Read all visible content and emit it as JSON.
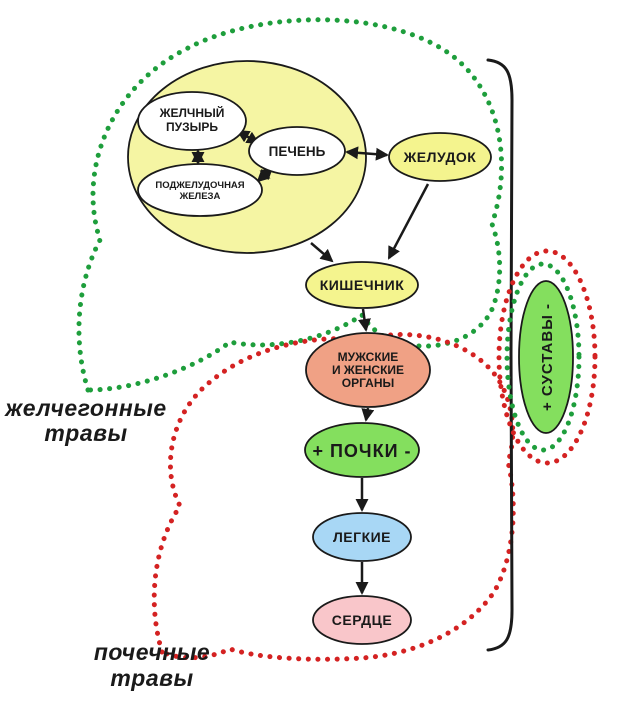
{
  "diagram": {
    "nodes": {
      "gallbladder": {
        "line1": "ЖЕЛЧНЫЙ",
        "line2": "ПУЗЫРЬ"
      },
      "liver": {
        "label": "ПЕЧЕНЬ"
      },
      "pancreas": {
        "line1": "ПОДЖЕЛУДОЧНАЯ",
        "line2": "ЖЕЛЕЗА"
      },
      "stomach": {
        "label": "ЖЕЛУДОК"
      },
      "intestine": {
        "label": "КИШЕЧНИК"
      },
      "reproductive": {
        "line1": "МУЖСКИЕ",
        "line2": "И ЖЕНСКИЕ",
        "line3": "ОРГАНЫ"
      },
      "kidneys": {
        "label": "+ ПОЧКИ -"
      },
      "lungs": {
        "label": "ЛЕГКИЕ"
      },
      "heart": {
        "label": "СЕРДЦЕ"
      },
      "joints": {
        "label": "+ СУСТАВЫ -"
      }
    },
    "labels": {
      "choleretic": {
        "line1": "желчегонные",
        "line2": "травы"
      },
      "renal": {
        "line1": "почечные",
        "line2": "травы"
      }
    },
    "colors": {
      "cluster_yellow": "#f5f5a3",
      "node_white": "#ffffff",
      "node_yellow": "#f4f48e",
      "node_salmon": "#f0a185",
      "node_green": "#84df5e",
      "node_blue": "#a8d7f5",
      "node_pink": "#f9c6ca",
      "green_dotted": "#1e9e3c",
      "red_dotted": "#d42222"
    }
  }
}
